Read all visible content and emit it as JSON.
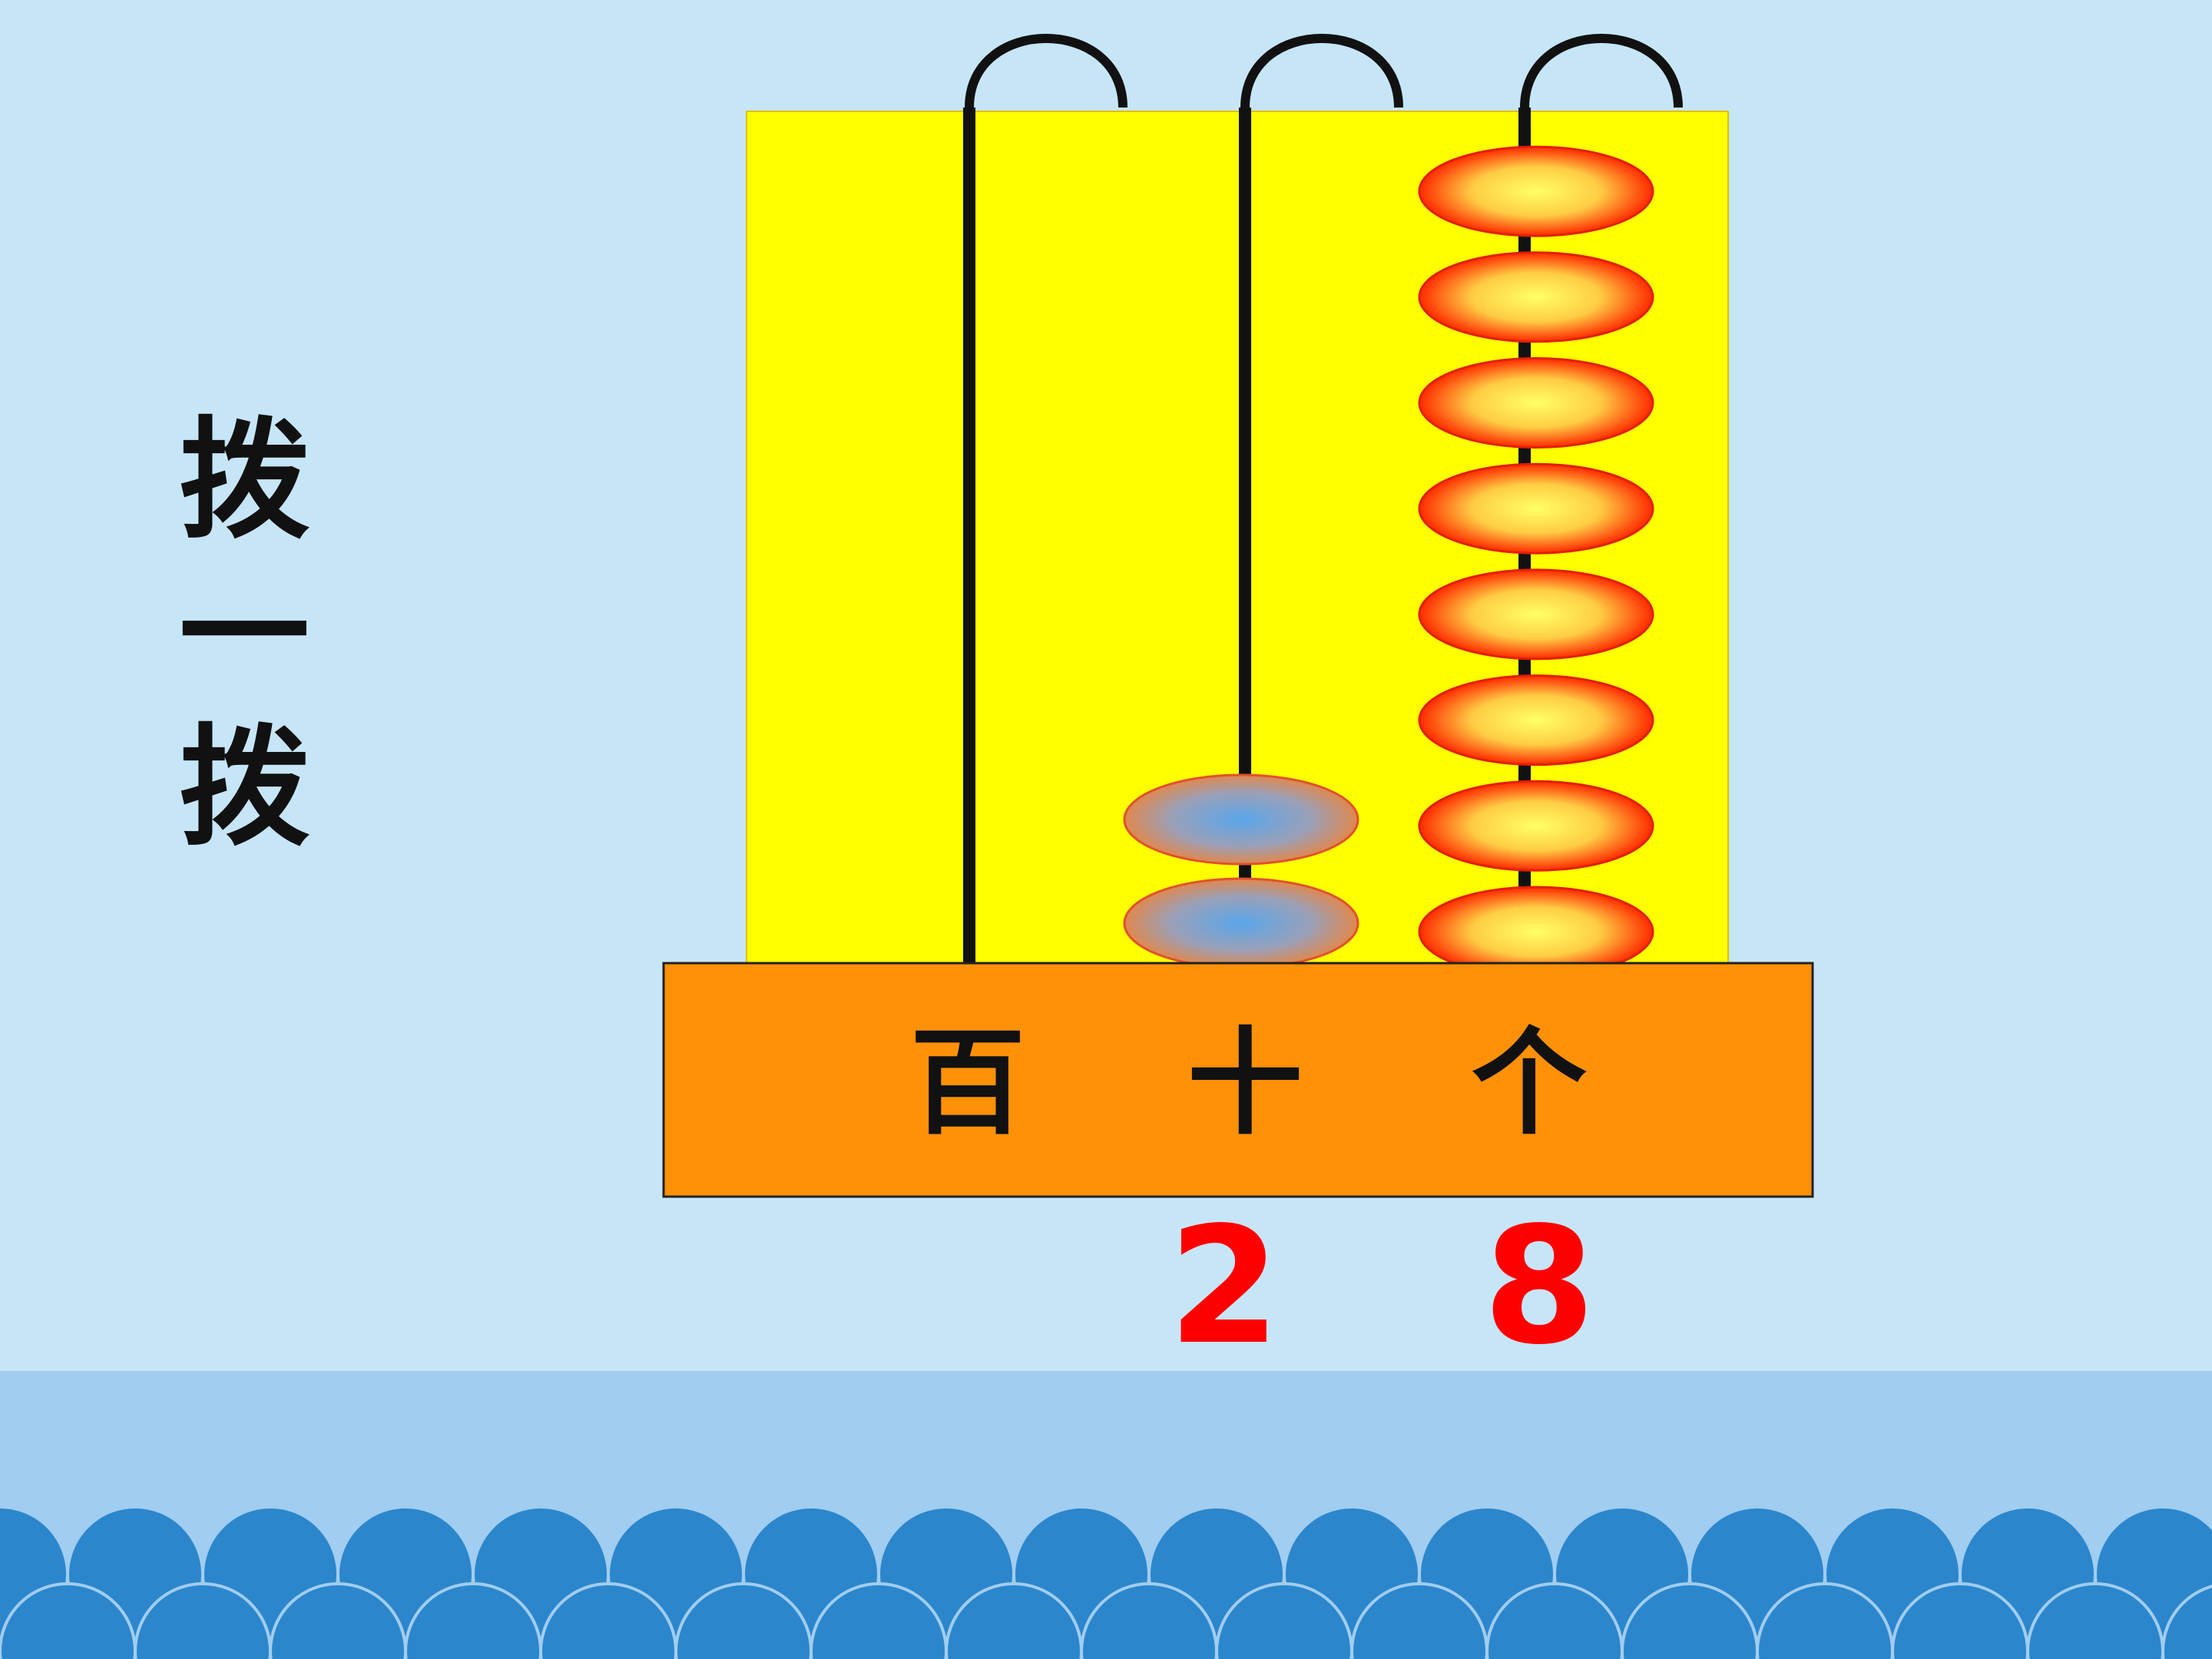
{
  "title_chars": [
    "拨",
    "一",
    "拨"
  ],
  "abacus": {
    "rods": [
      {
        "label": "百",
        "bead_count": 0,
        "digit": ""
      },
      {
        "label": "十",
        "bead_count": 2,
        "digit": "2"
      },
      {
        "label": "个",
        "bead_count": 8,
        "digit": "8"
      }
    ]
  },
  "colors": {
    "background": "#c6e6f8",
    "frame": "#ffff00",
    "base": "#ff9108",
    "label_text": "#111111",
    "digit_text": "#ff0000",
    "ones_bead_center": "#ffff66",
    "ones_bead_edge": "#ff2a00",
    "tens_bead_center": "#5aa6ea",
    "tens_bead_edge": "#e0884e",
    "band": "#a0cdf0",
    "scallop": "#2c86cc"
  }
}
